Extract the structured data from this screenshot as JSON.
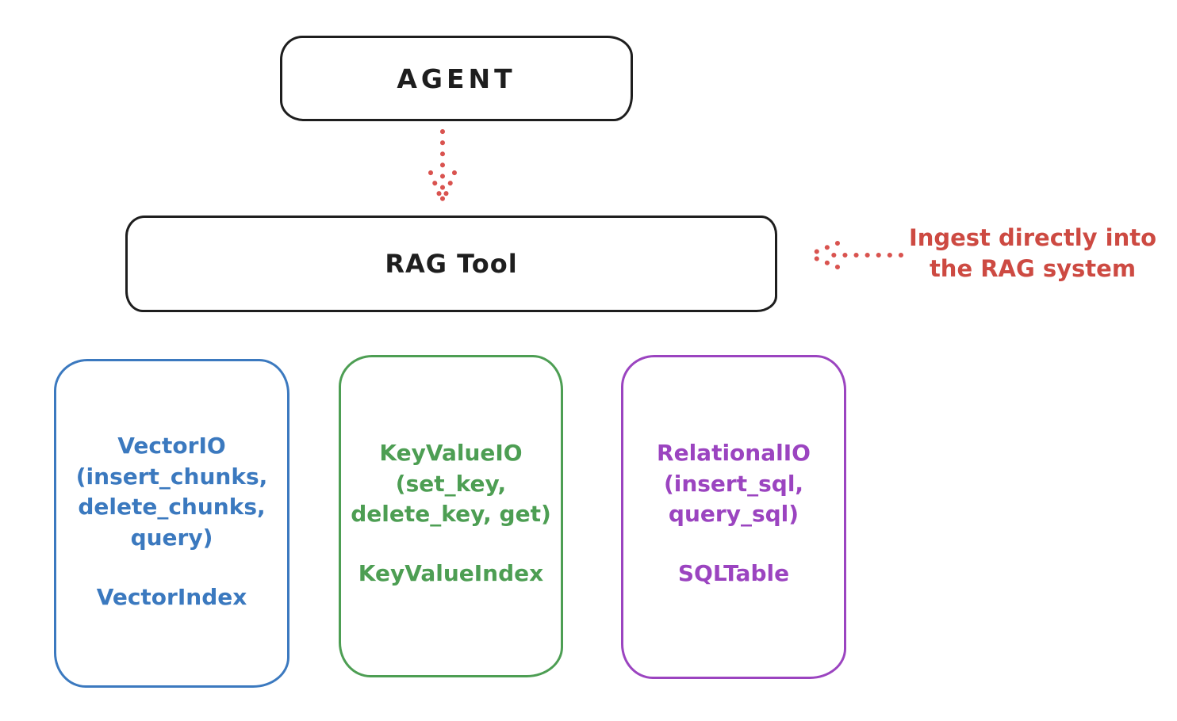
{
  "diagram": {
    "background_color": "#ffffff",
    "stroke_color": "#1e1e1e",
    "agent_box": {
      "label": "AGENT",
      "border_color": "#1e1e1e"
    },
    "rag_tool_box": {
      "label": "RAG Tool",
      "border_color": "#1e1e1e"
    },
    "agent_to_rag_arrow": {
      "style": "dotted",
      "direction": "down",
      "color": "#d9534f"
    },
    "annotation": {
      "line1": "Ingest directly into",
      "line2": "the RAG system",
      "color": "#cd4a42",
      "arrow": {
        "style": "dotted",
        "direction": "left",
        "color": "#d9534f"
      }
    },
    "io_boxes": [
      {
        "name": "VectorIO",
        "color": "#3b79bf",
        "interface_lines": [
          "VectorIO",
          "(insert_chunks,",
          "delete_chunks,",
          "query)"
        ],
        "index_label": "VectorIndex"
      },
      {
        "name": "KeyValueIO",
        "color": "#4d9e53",
        "interface_lines": [
          "KeyValueIO",
          "(set_key,",
          "delete_key, get)"
        ],
        "index_label": "KeyValueIndex"
      },
      {
        "name": "RelationalIO",
        "color": "#9b44c0",
        "interface_lines": [
          "RelationalIO",
          "(insert_sql,",
          "query_sql)"
        ],
        "index_label": "SQLTable"
      }
    ]
  }
}
